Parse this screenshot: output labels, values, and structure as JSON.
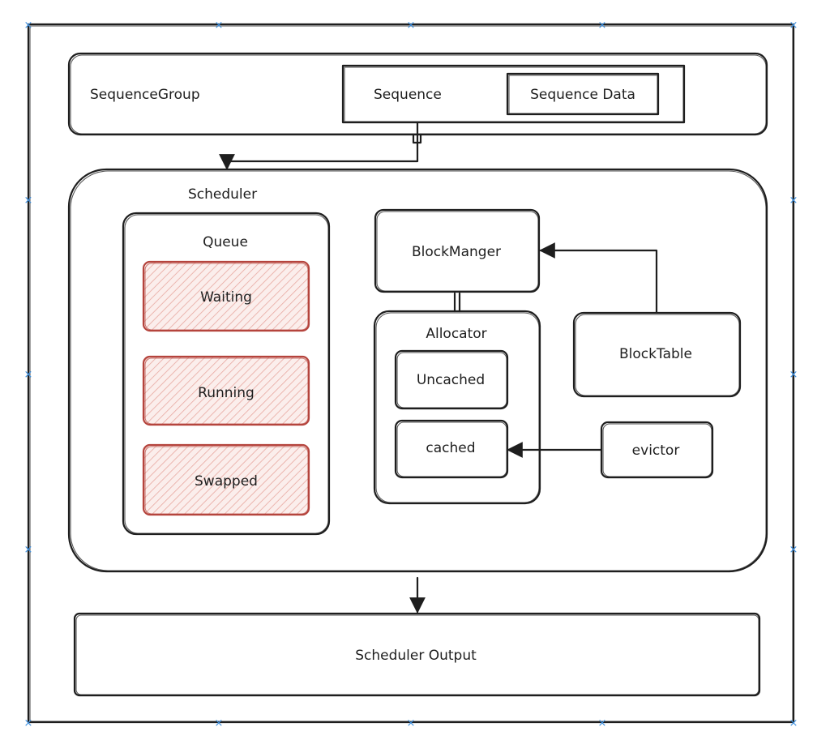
{
  "nodes": {
    "sequence_group": "SequenceGroup",
    "sequence": "Sequence",
    "sequence_data": "Sequence Data",
    "scheduler": "Scheduler",
    "queue": "Queue",
    "waiting": "Waiting",
    "running": "Running",
    "swapped": "Swapped",
    "block_manager": "BlockManger",
    "allocator": "Allocator",
    "uncached": "Uncached",
    "cached": "cached",
    "block_table": "BlockTable",
    "evictor": "evictor",
    "scheduler_output": "Scheduler Output"
  },
  "colors": {
    "stroke": "#1e1e1e",
    "queue_stroke": "#b5443d",
    "queue_hatch": "#e8a8a0",
    "handle": "#3b8fe0"
  }
}
